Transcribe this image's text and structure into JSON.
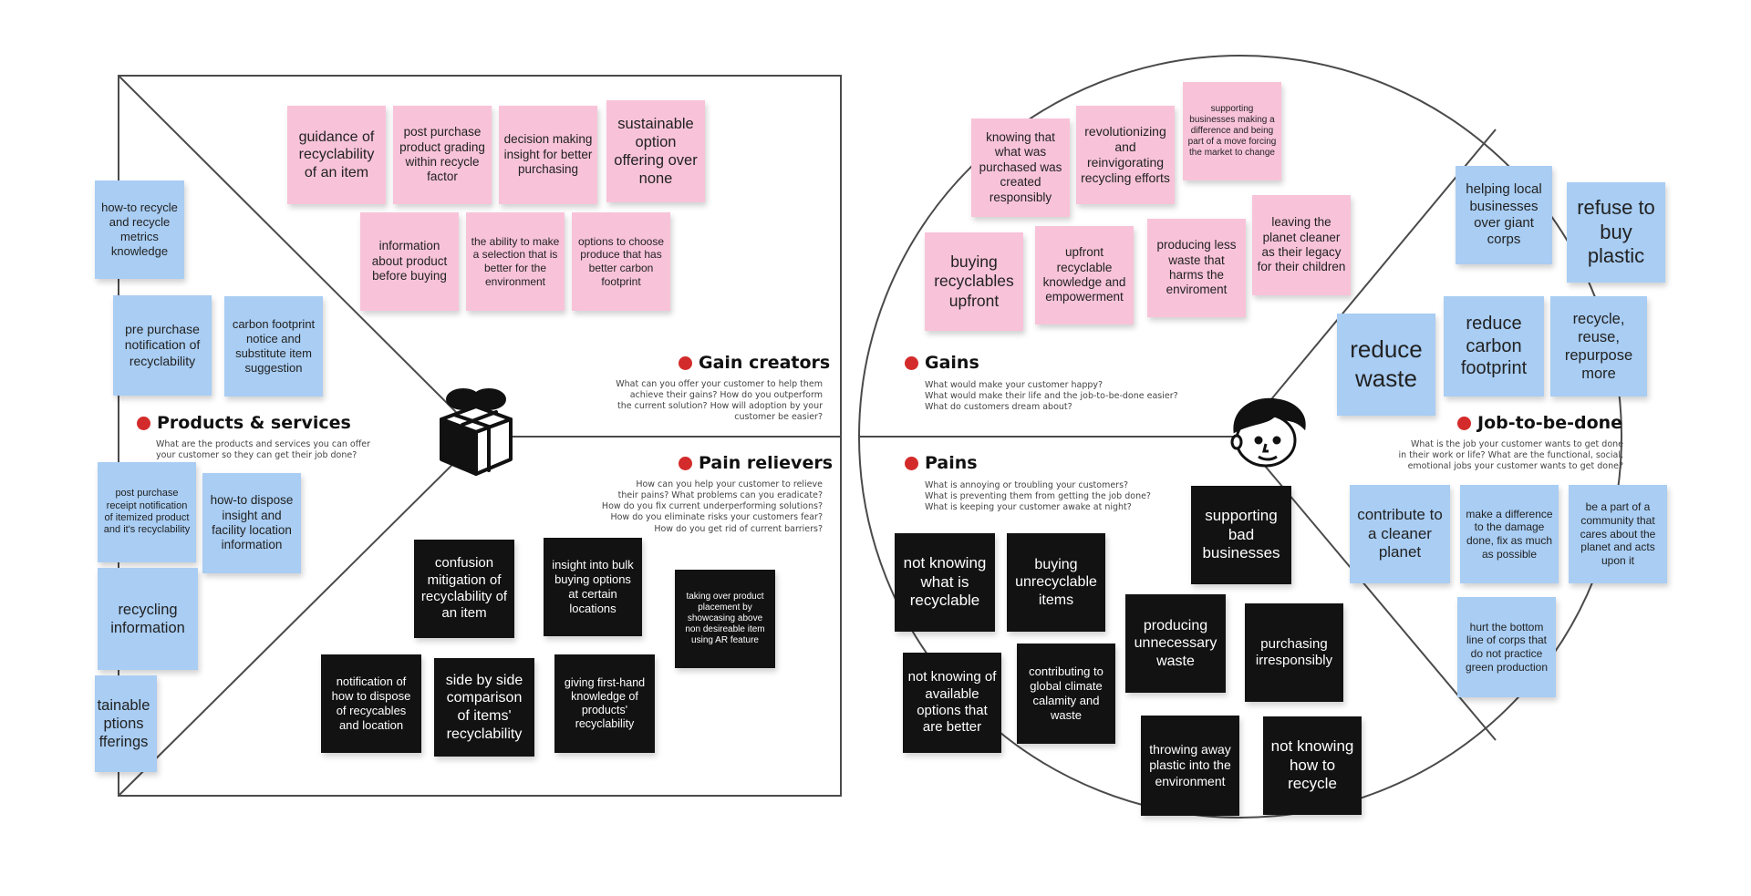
{
  "value_map": {
    "sections": {
      "gain_creators": {
        "title": "Gain creators",
        "desc": "What can you offer your customer to help them\nachieve their gains? How do you outperform\nthe current solution? How will adoption by your\ncustomer be easier?"
      },
      "products_services": {
        "title": "Products & services",
        "desc": "What are the products and services you can offer\nyour customer so they can get their job done?"
      },
      "pain_relievers": {
        "title": "Pain relievers",
        "desc": "How can you help your customer to relieve\ntheir pains? What problems can you eradicate?\nHow do you fix current underperforming solutions?\nHow do you eliminate risks your customers fear?\nHow do you get rid of current barriers?"
      }
    },
    "gain_creator_notes": [
      "guidance of recyclability of an item",
      "post purchase product grading within recycle factor",
      "decision making insight for better purchasing",
      "sustainable option offering over none",
      "information about product before buying",
      "the ability to make a selection that is better for the environment",
      "options to choose produce that has better carbon footprint"
    ],
    "product_notes": [
      "how-to recycle and recycle metrics knowledge",
      "pre purchase notification of recyclability",
      "carbon footprint notice and substitute item suggestion",
      "post purchase receipt notification of itemized product and it's recyclability",
      "how-to dispose insight and facility location information",
      "recycling information",
      "tainable ptions fferings"
    ],
    "pain_reliever_notes": [
      "confusion mitigation of recyclability of an item",
      "insight into bulk buying options at certain locations",
      "taking over product placement by showcasing above non desireable item using AR feature",
      "notification of how to dispose of recycables and location",
      "side by side comparison of items' recyclability",
      "giving first-hand knowledge of products' recyclability"
    ]
  },
  "customer_profile": {
    "sections": {
      "gains": {
        "title": "Gains",
        "desc": "What would make your customer happy?\nWhat would make their life and the job-to-be-done easier?\nWhat do customers dream about?"
      },
      "pains": {
        "title": "Pains",
        "desc": "What is annoying or troubling your customers?\nWhat is preventing them from getting the job done?\nWhat is keeping your customer awake at night?"
      },
      "job_to_be_done": {
        "title": "Job-to-be-done",
        "desc": "What is the job your customer wants to get done\nin their work or life? What are the functional, social,\nemotional jobs your customer wants to get done?"
      }
    },
    "gain_notes": [
      "knowing that what was purchased was created responsibly",
      "revolutionizing and reinvigorating recycling efforts",
      "supporting businesses making a difference and being part of a move forcing the market to change",
      "buying recyclables upfront",
      "upfront recyclable knowledge and empowerment",
      "producing less waste that harms the enviroment",
      "leaving the planet cleaner as their legacy for their children"
    ],
    "pain_notes": [
      "supporting bad businesses",
      "not knowing what is recyclable",
      "buying unrecyclable items",
      "producing unnecessary waste",
      "purchasing irresponsibly",
      "not knowing of available options that are better",
      "contributing to global climate calamity and waste",
      "throwing away plastic into the environment",
      "not knowing how to recycle"
    ],
    "job_notes": [
      "helping local businesses over giant corps",
      "refuse to buy plastic",
      "reduce waste",
      "reduce carbon footprint",
      "recycle, reuse, repurpose more",
      "contribute to a cleaner planet",
      "make a difference to the damage done, fix as much as possible",
      "be a part of a community that cares about the planet and acts upon it",
      "hurt the bottom line of corps that do not practice green production"
    ]
  },
  "icons": [
    "gift-icon",
    "customer-face-icon"
  ],
  "colors": {
    "pink_note": "#f8c3d9",
    "blue_note": "#a9cdf3",
    "black_note": "#121212",
    "section_dot": "#d32b2b",
    "outline": "#444444"
  }
}
